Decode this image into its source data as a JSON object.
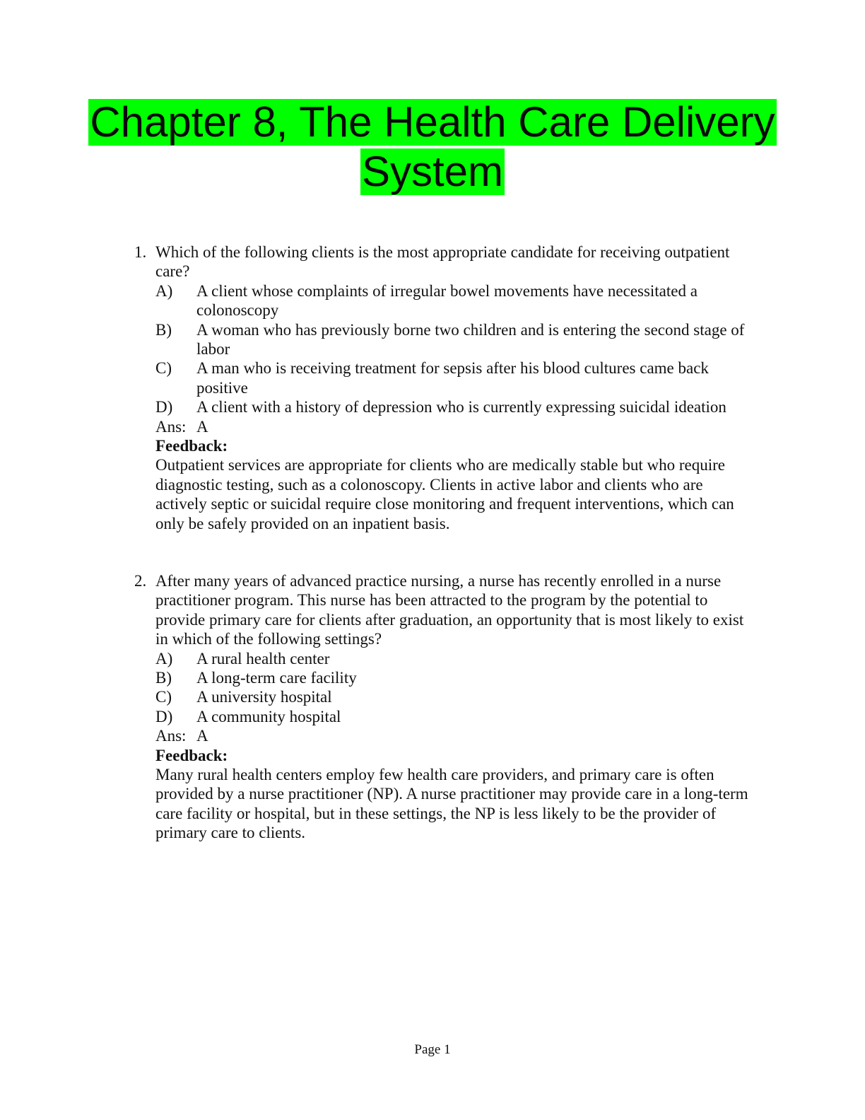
{
  "title": {
    "line1": "Chapter 8, The Health Care Delivery",
    "line2": "System",
    "highlight_color": "#00ff00"
  },
  "questions": [
    {
      "number": "1.",
      "text": "Which of the following clients is the most appropriate candidate for receiving outpatient care?",
      "options": [
        {
          "letter": "A)",
          "text": "A client whose complaints of irregular bowel movements have necessitated a colonoscopy"
        },
        {
          "letter": "B)",
          "text": "A woman who has previously borne two children and is entering the second stage of labor"
        },
        {
          "letter": "C)",
          "text": "A man who is receiving treatment for sepsis after his blood cultures came back positive"
        },
        {
          "letter": "D)",
          "text": "A client with a history of depression who is currently expressing suicidal ideation"
        }
      ],
      "answer_label": "Ans:",
      "answer": "A",
      "feedback_label": "Feedback:",
      "feedback": "Outpatient services are appropriate for clients who are medically stable but who require diagnostic testing, such as a colonoscopy. Clients in active labor and clients who are actively septic or suicidal require close monitoring and frequent interventions, which can only be safely provided on an inpatient basis."
    },
    {
      "number": "2.",
      "text": "After many years of advanced practice nursing, a nurse has recently enrolled in a nurse practitioner program. This nurse has been attracted to the program by the potential to provide primary care for clients after graduation, an opportunity that is most likely to exist in which of the following settings?",
      "options": [
        {
          "letter": "A)",
          "text": "A rural health center"
        },
        {
          "letter": "B)",
          "text": "A long-term care facility"
        },
        {
          "letter": "C)",
          "text": "A university hospital"
        },
        {
          "letter": "D)",
          "text": "A community hospital"
        }
      ],
      "answer_label": "Ans:",
      "answer": "A",
      "feedback_label": "Feedback:",
      "feedback": "Many rural health centers employ few health care providers, and primary care is often provided by a nurse practitioner (NP). A nurse practitioner may provide care in a long-term care facility or hospital, but in these settings, the NP is less likely to be the provider of primary care to clients."
    }
  ],
  "footer": {
    "page_label": "Page 1"
  }
}
